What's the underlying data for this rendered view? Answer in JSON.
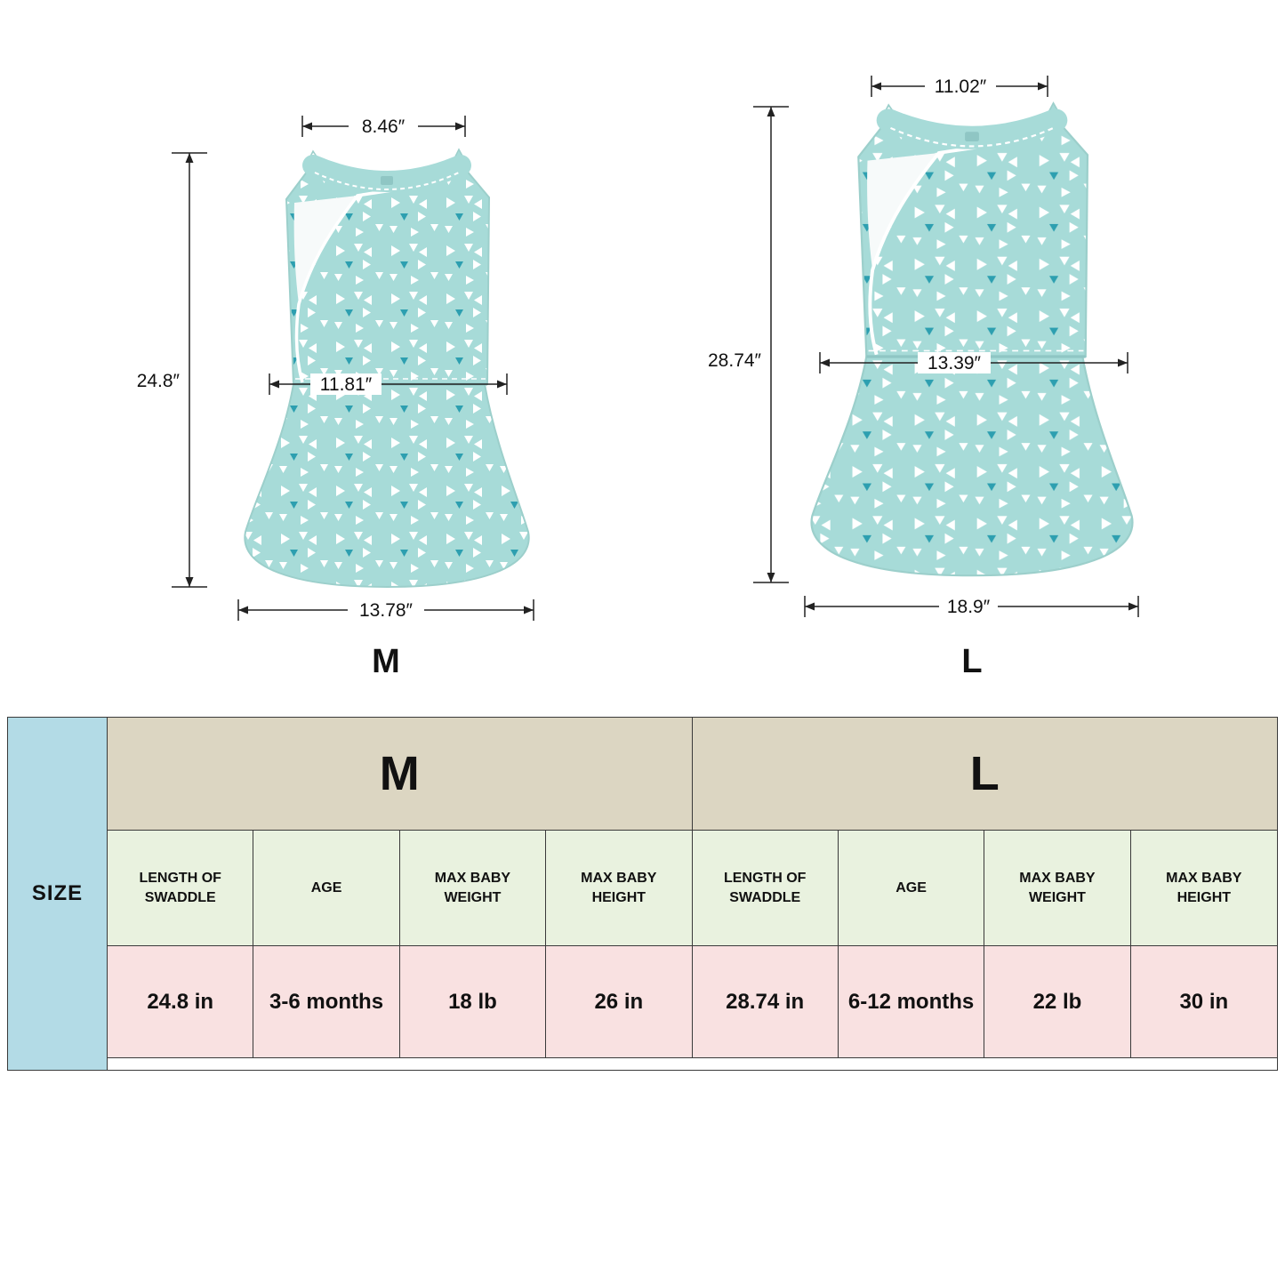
{
  "diagram": {
    "m": {
      "label": "M",
      "top_width": "8.46″",
      "height": "24.8″",
      "middle_width": "11.81″",
      "bottom_width": "13.78″"
    },
    "l": {
      "label": "L",
      "top_width": "11.02″",
      "height": "28.74″",
      "middle_width": "13.39″",
      "bottom_width": "18.9″"
    }
  },
  "table": {
    "size_label": "SIZE",
    "m": {
      "title": "M",
      "headers": [
        "LENGTH OF SWADDLE",
        "AGE",
        "MAX BABY WEIGHT",
        "MAX BABY HEIGHT"
      ],
      "values": [
        "24.8 in",
        "3-6 months",
        "18 lb",
        "26 in"
      ]
    },
    "l": {
      "title": "L",
      "headers": [
        "LENGTH OF SWADDLE",
        "AGE",
        "MAX BABY WEIGHT",
        "MAX BABY HEIGHT"
      ],
      "values": [
        "28.74 in",
        "6-12 months",
        "22 lb",
        "30 in"
      ]
    }
  },
  "colors": {
    "swaddle_base": "#a7dbd8",
    "swaddle_accent": "#2d9fb0",
    "table_header_bg": "#dcd6c2",
    "table_subheader_bg": "#e9f2df",
    "table_value_bg": "#f9e1e1",
    "table_size_bg": "#b3dbe6"
  }
}
